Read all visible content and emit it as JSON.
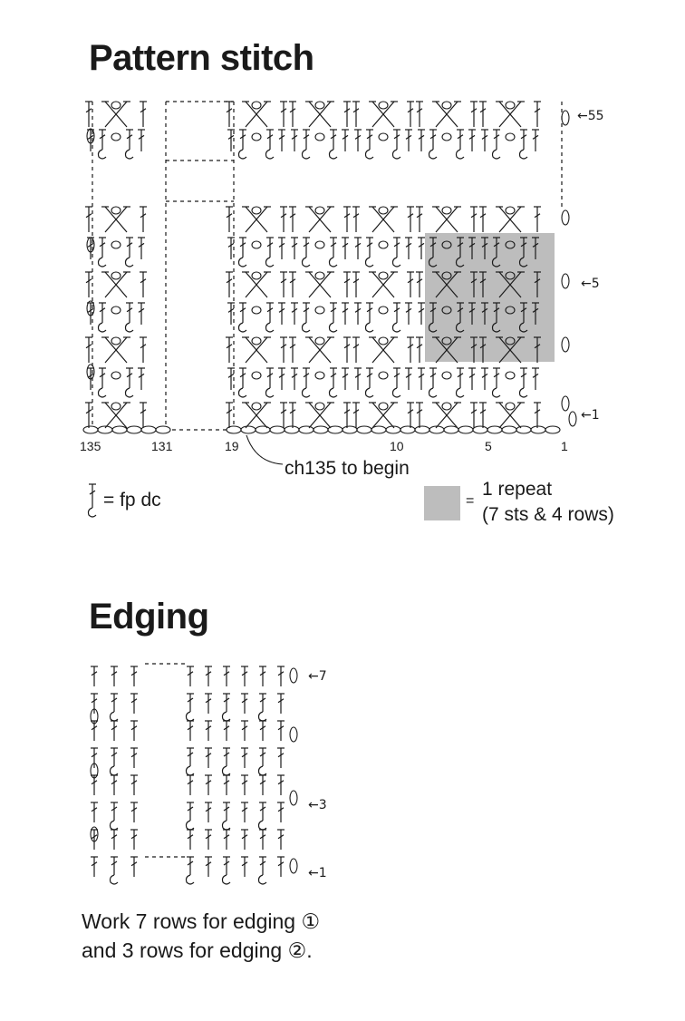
{
  "pattern": {
    "title": "Pattern stitch",
    "row_labels": [
      "←55",
      "←5",
      "←1"
    ],
    "stitch_numbers": [
      "135",
      "131",
      "19",
      "10",
      "5",
      "1"
    ],
    "foundation_label": "ch135 to begin",
    "legend_symbol_text": "= fp dc",
    "repeat_equals": "=",
    "repeat_line1": "1 repeat",
    "repeat_line2": "(7 sts & 4 rows)"
  },
  "edging": {
    "title": "Edging",
    "row_labels": [
      "←7",
      "←3",
      "←1"
    ],
    "note_line1": "Work 7 rows for edging ①",
    "note_line2": "and 3 rows for edging ②."
  },
  "colors": {
    "ink": "#1a1a1a",
    "repeat_fill": "#bdbdbd"
  }
}
